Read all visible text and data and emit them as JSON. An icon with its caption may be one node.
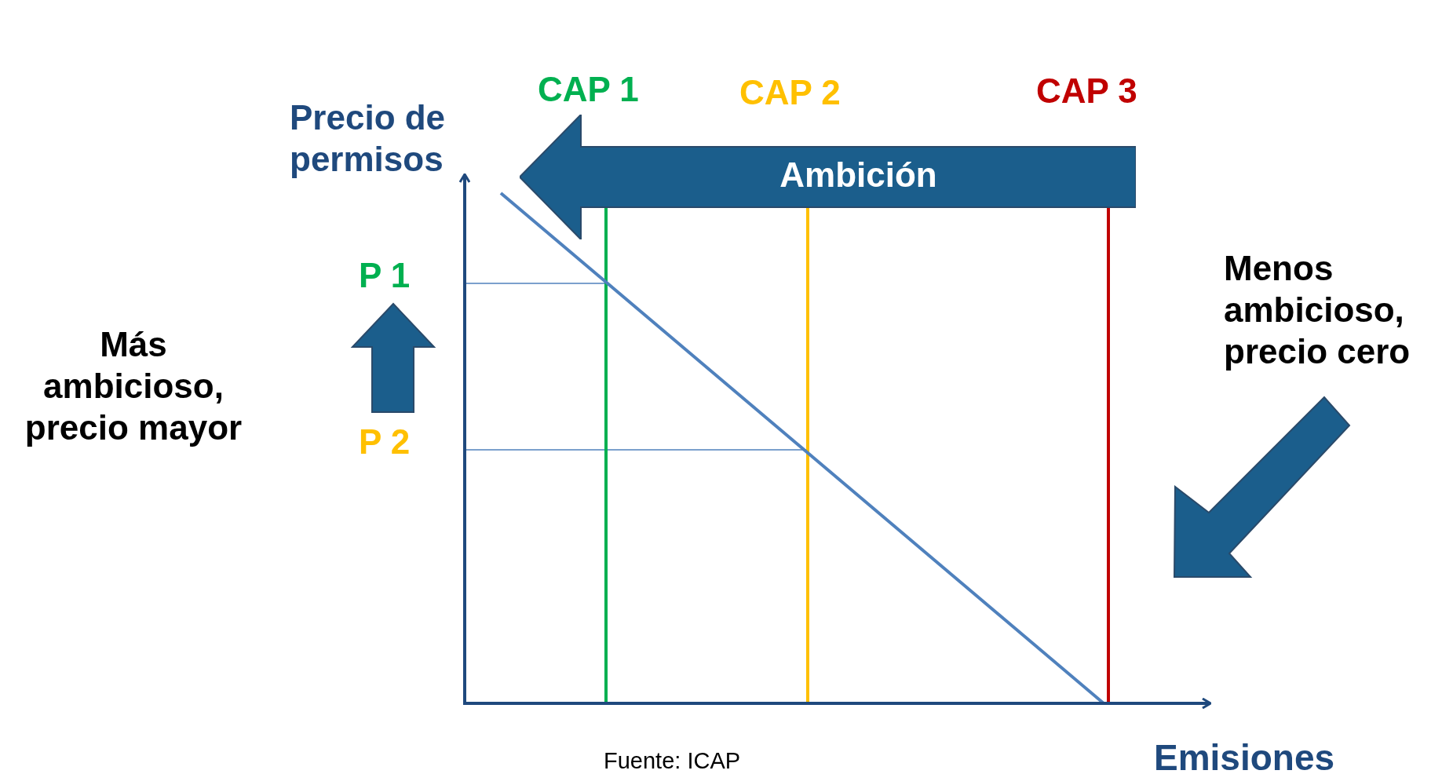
{
  "diagram": {
    "nodes": [
      {
        "text": [
          "Ambición"
        ]
      }
    ],
    "labels": [
      "CAP 1",
      "CAP 2",
      "CAP 3",
      "Precio de permisos",
      "P 1",
      "Más ambicioso, precio mayor",
      "P 2",
      "Menos ambicioso, precio cero",
      "Fuente: ICAP",
      "Emisiones"
    ]
  }
}
